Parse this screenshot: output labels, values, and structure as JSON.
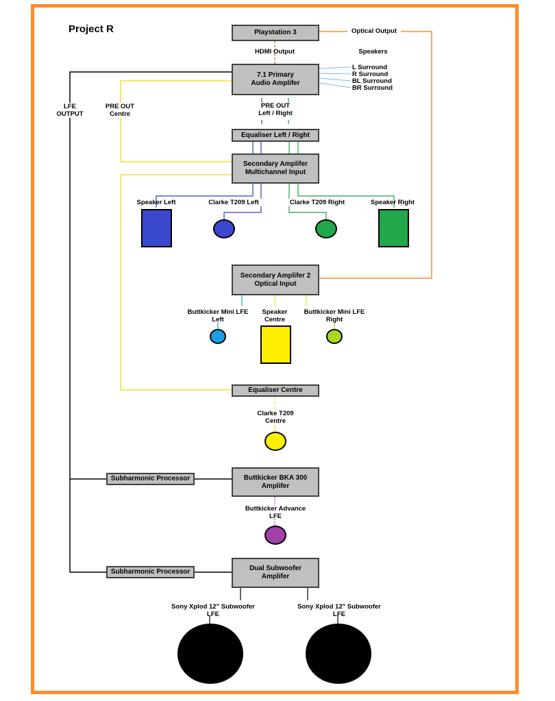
{
  "title": "Project R",
  "colors": {
    "frame": "#ff8c2b",
    "hdmi": "#b5502a",
    "lfe": "#000000",
    "centre": "#f0e030",
    "left": "#3040c0",
    "right": "#22a045",
    "surround": "#7fb8e8",
    "optical": "#ff8c2b",
    "buttkicker_advance": "#a040a0"
  },
  "devices": {
    "playstation": "Playstation 3",
    "primary_amp": "7.1 Primary\nAudio Amplifer",
    "eq_lr": "Equaliser Left / Right",
    "secondary_amp": "Secondary Amplifer\nMultichannel Input",
    "secondary_amp2": "Secondary Amplifer 2\nOptical Input",
    "eq_centre": "Equaliser Centre",
    "bka300": "Buttkicker BKA 300\nAmplifer",
    "dual_sub_amp": "Dual Subwoofer\nAmplifer",
    "subharmonic_1": "Subharmonic Processor",
    "subharmonic_2": "Subharmonic Processor"
  },
  "labels": {
    "hdmi_output": "HDMI Output",
    "optical_output": "Optical Output",
    "speakers": "Speakers",
    "l_surround": "L Surround",
    "r_surround": "R Surround",
    "bl_surround": "BL Surround",
    "br_surround": "BR Surround",
    "lfe_output": "LFE\nOUTPUT",
    "pre_out_centre": "PRE OUT\nCentre",
    "pre_out_lr": "PRE OUT\nLeft / Right",
    "speaker_left": "Speaker Left",
    "clarke_left": "Clarke T209 Left",
    "clarke_right": "Clarke T209 Right",
    "speaker_right": "Speaker Right",
    "bk_mini_left": "Buttkicker Mini LFE\nLeft",
    "speaker_centre": "Speaker\nCentre",
    "bk_mini_right": "Buttkicker Mini LFE\nRight",
    "clarke_centre": "Clarke T209\nCentre",
    "bk_advance": "Buttkicker Advance\nLFE",
    "sony_sub_left": "Sony Xplod 12\" Subwoofer\nLFE",
    "sony_sub_right": "Sony Xplod 12\" Subwoofer\nLFE"
  },
  "speaker_colors": {
    "speaker_left": "#3a48cc",
    "clarke_left": "#3a48cc",
    "clarke_right": "#22a84a",
    "speaker_right": "#22a84a",
    "bk_mini_left": "#1aa0e8",
    "speaker_centre": "#ffee00",
    "bk_mini_right": "#a8d820",
    "clarke_centre": "#ffee00",
    "bk_advance": "#a040a8",
    "sony_sub": "#000000"
  }
}
